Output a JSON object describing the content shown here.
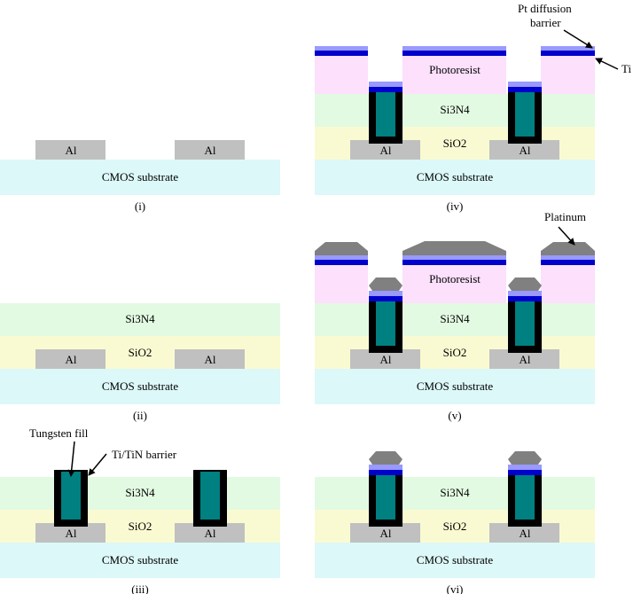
{
  "colors": {
    "substrate": "#dcf8f8",
    "sio2": "#fafad2",
    "si3n4": "#e2fae2",
    "al": "#c0c0c0",
    "photoresist": "#fce0fc",
    "tungsten": "#008080",
    "barrier": "#000000",
    "ti": "#9999ff",
    "pt_barrier": "#0000cc",
    "platinum": "#808080"
  },
  "labels": {
    "substrate": "CMOS substrate",
    "al": "Al",
    "sio2": "SiO2",
    "si3n4": "Si3N4",
    "photoresist": "Photoresist"
  },
  "annotations": {
    "tungsten_fill": "Tungsten fill",
    "barrier": "Ti/TiN barrier",
    "pt_diffusion": "Pt diffusion",
    "pt_diffusion_2": "barrier",
    "ti": "Ti",
    "platinum": "Platinum"
  },
  "panels": [
    {
      "id": "i",
      "caption": "(i)"
    },
    {
      "id": "ii",
      "caption": "(ii)"
    },
    {
      "id": "iii",
      "caption": "(iii)"
    },
    {
      "id": "iv",
      "caption": "(iv)"
    },
    {
      "id": "v",
      "caption": "(v)"
    },
    {
      "id": "vi",
      "caption": "(vi)"
    }
  ]
}
